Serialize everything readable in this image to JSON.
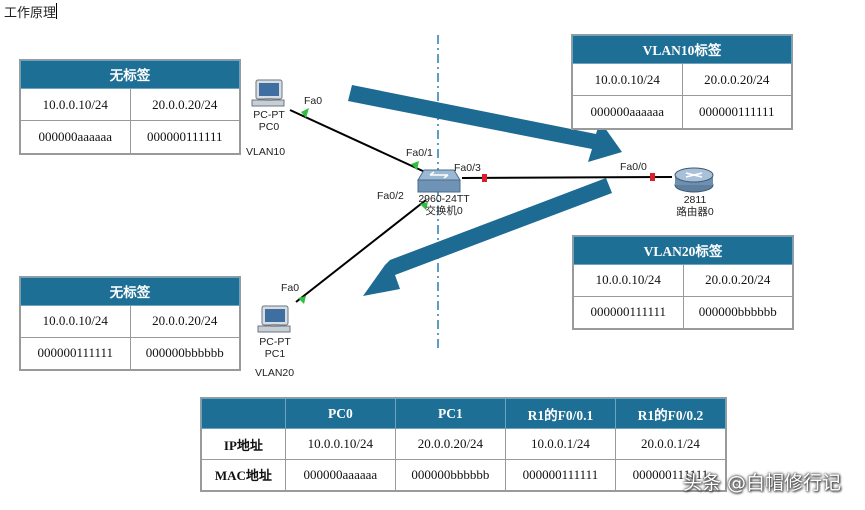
{
  "page_title": "工作原理",
  "tables": {
    "top_left": {
      "header": "无标签",
      "rows": [
        [
          "10.0.0.10/24",
          "20.0.0.20/24"
        ],
        [
          "000000aaaaaa",
          "000000111111"
        ]
      ]
    },
    "bottom_left": {
      "header": "无标签",
      "rows": [
        [
          "10.0.0.10/24",
          "20.0.0.20/24"
        ],
        [
          "000000111111",
          "000000bbbbbb"
        ]
      ]
    },
    "top_right": {
      "header": "VLAN10标签",
      "rows": [
        [
          "10.0.0.10/24",
          "20.0.0.20/24"
        ],
        [
          "000000aaaaaa",
          "000000111111"
        ]
      ]
    },
    "middle_right": {
      "header": "VLAN20标签",
      "rows": [
        [
          "10.0.0.10/24",
          "20.0.0.20/24"
        ],
        [
          "000000111111",
          "000000bbbbbb"
        ]
      ]
    },
    "summary": {
      "headers": [
        "",
        "PC0",
        "PC1",
        "R1的F0/0.1",
        "R1的F0/0.2"
      ],
      "rows": [
        [
          "IP地址",
          "10.0.0.10/24",
          "20.0.0.20/24",
          "10.0.0.1/24",
          "20.0.0.1/24"
        ],
        [
          "MAC地址",
          "000000aaaaaa",
          "000000bbbbbb",
          "000000111111",
          "000000111111"
        ]
      ]
    }
  },
  "devices": {
    "pc0": {
      "type": "PC-PT",
      "name": "PC0",
      "vlan": "VLAN10",
      "port": "Fa0"
    },
    "pc1": {
      "type": "PC-PT",
      "name": "PC1",
      "vlan": "VLAN20",
      "port": "Fa0"
    },
    "switch": {
      "model": "2960-24TT",
      "name": "交换机0",
      "ports": {
        "to_pc0": "Fa0/1",
        "to_pc1": "Fa0/2",
        "to_router": "Fa0/3"
      }
    },
    "router": {
      "model": "2811",
      "name": "路由器0",
      "port": "Fa0/0"
    }
  },
  "watermark": "头条 @白帽修行记",
  "colors": {
    "header": "#1d6f95",
    "arrow": "#1d6a93",
    "divider": "#2a7fb0",
    "link_up": "#2fbf3f",
    "link_down": "#d9202a"
  }
}
